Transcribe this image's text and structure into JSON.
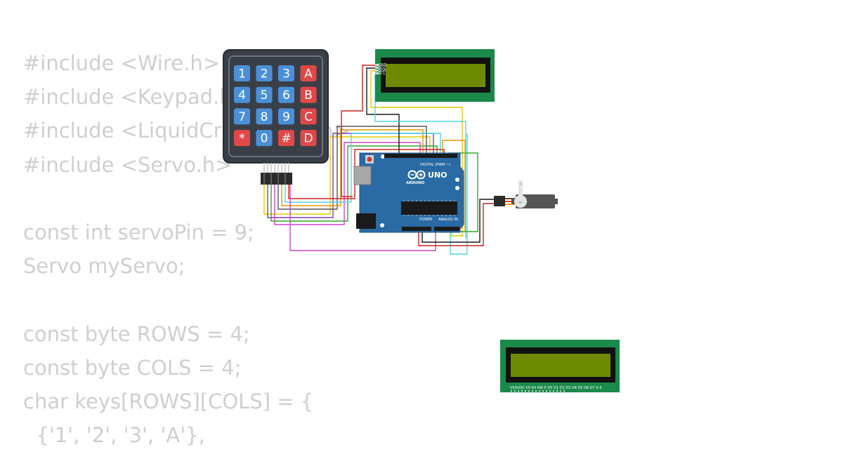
{
  "code_lines": [
    "#include <Wire.h>",
    "#include <Keypad.h>",
    "#include <LiquidCrystal_I2C.h>",
    "#include <Servo.h>",
    "",
    "const int servoPin = 9;",
    "Servo myServo;",
    "",
    "const byte ROWS = 4;",
    "const byte COLS = 4;",
    "char keys[ROWS][COLS] = {",
    "  {'1', '2', '3', 'A'},"
  ],
  "keypad": {
    "keys": [
      {
        "label": "1",
        "color": "#4a90d9"
      },
      {
        "label": "2",
        "color": "#4a90d9"
      },
      {
        "label": "3",
        "color": "#4a90d9"
      },
      {
        "label": "A",
        "color": "#e04848"
      },
      {
        "label": "4",
        "color": "#4a90d9"
      },
      {
        "label": "5",
        "color": "#4a90d9"
      },
      {
        "label": "6",
        "color": "#4a90d9"
      },
      {
        "label": "B",
        "color": "#e04848"
      },
      {
        "label": "7",
        "color": "#4a90d9"
      },
      {
        "label": "8",
        "color": "#4a90d9"
      },
      {
        "label": "9",
        "color": "#4a90d9"
      },
      {
        "label": "C",
        "color": "#e04848"
      },
      {
        "label": "*",
        "color": "#e04848"
      },
      {
        "label": "0",
        "color": "#4a90d9"
      },
      {
        "label": "#",
        "color": "#e04848"
      },
      {
        "label": "D",
        "color": "#e04848"
      }
    ]
  },
  "arduino": {
    "brand": "ARDUINO",
    "model": "UNO",
    "digital_label": "DIGITAL (PWM ~)",
    "power_label": "POWER",
    "analog_label": "ANALOG IN"
  },
  "lcd": {
    "i2c_pins": [
      "GND",
      "VCC",
      "SDA",
      "SCL"
    ],
    "parallel_pins": "VSSVDD V0 RS RW E D0 D1 D2 D3 D4 D5 D6 D7 A K"
  },
  "colors": {
    "background": "#ffffff",
    "code_text": "#cfcfcf",
    "keypad_body": "#3a3f47",
    "arduino_board": "#2a6aa5",
    "lcd_pcb": "#1a8a4a",
    "lcd_screen": "#6e8a00",
    "servo_body": "#555555"
  }
}
